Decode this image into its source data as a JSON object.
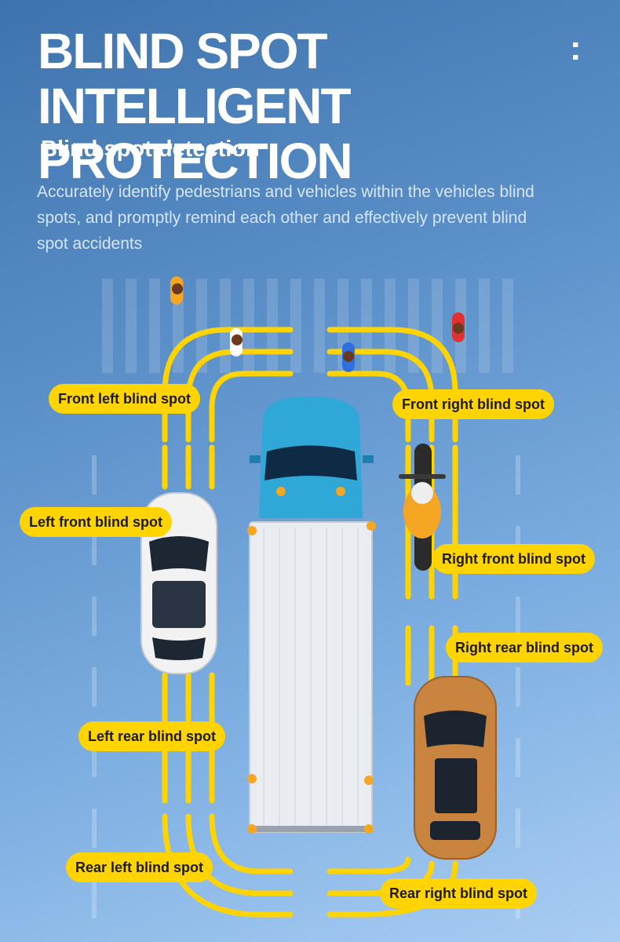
{
  "header": {
    "title_line1": "BLIND SPOT INTELLIGENT",
    "title_colon": ":",
    "title_line2": "PROTECTION",
    "subtitle": "Blind spot detection",
    "description": "Accurately identify pedestrians and vehicles within the vehicles blind spots, and promptly remind each other and effectively prevent blind spot accidents"
  },
  "labels": {
    "front_left": "Front left blind spot",
    "front_right": "Front right blind spot",
    "left_front": "Left front blind spot",
    "right_front": "Right front blind spot",
    "right_rear": "Right rear blind spot",
    "left_rear": "Left rear blind spot",
    "rear_left": "Rear left blind spot",
    "rear_right": "Rear right blind spot"
  },
  "colors": {
    "zone_yellow": "#ffd400",
    "truck_cab": "#2fa8d8",
    "left_car": "#f2f2f2",
    "right_car": "#c98540",
    "indicator": "#f5a623"
  },
  "icons": [
    "cyclist-icon",
    "motorcycle-icon",
    "truck-icon",
    "car-icon"
  ]
}
